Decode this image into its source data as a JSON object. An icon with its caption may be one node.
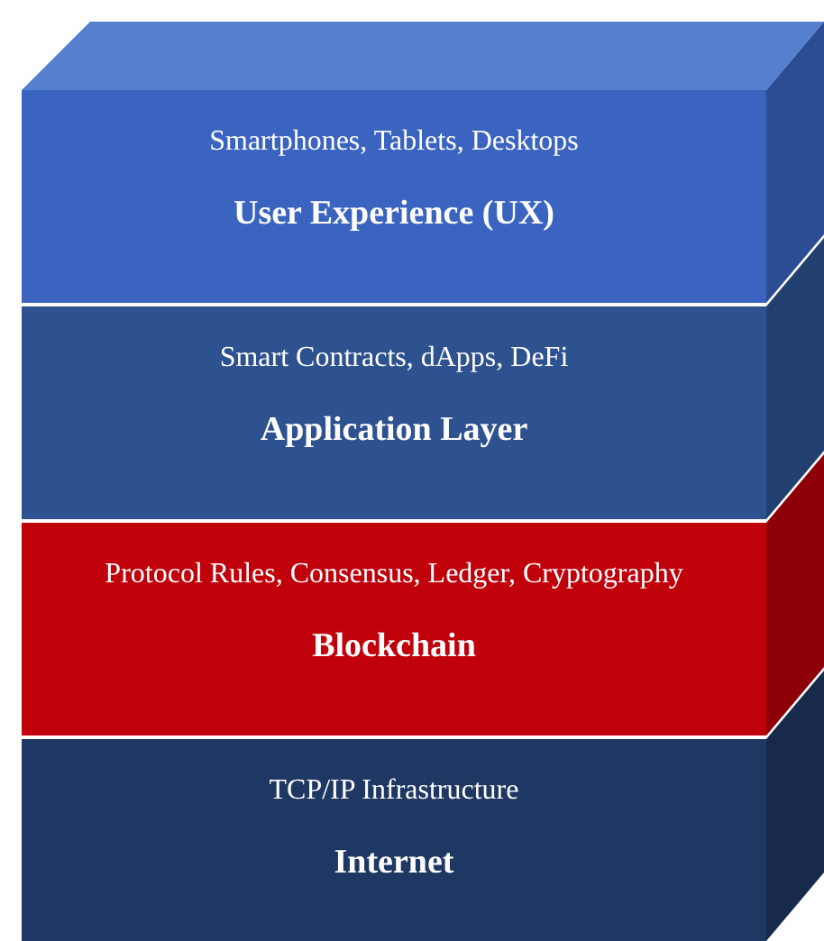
{
  "diagram": {
    "nodes": [
      {
        "text": [
          "Smartphones, Tablets, Desktops",
          "User Experience (UX)"
        ]
      },
      {
        "text": [
          "Smart Contracts, dApps, DeFi",
          "Application Layer"
        ]
      },
      {
        "text": [
          "Protocol Rules, Consensus, Ledger, Cryptography",
          "Blockchain"
        ]
      },
      {
        "text": [
          "TCP/IP Infrastructure",
          "Internet"
        ]
      }
    ]
  }
}
